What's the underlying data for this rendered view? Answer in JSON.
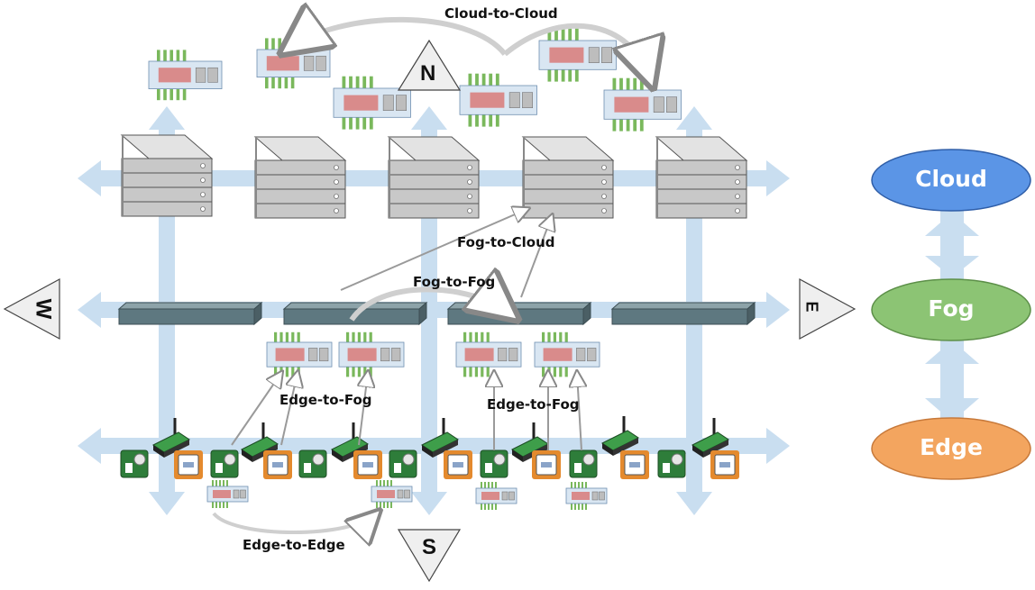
{
  "compass": {
    "north": "N",
    "south": "S",
    "east": "E",
    "west": "W"
  },
  "flows": {
    "cloud_to_cloud": "Cloud-to-Cloud",
    "fog_to_cloud": "Fog-to-Cloud",
    "fog_to_fog": "Fog-to-Fog",
    "edge_to_fog_left": "Edge-to-Fog",
    "edge_to_fog_right": "Edge-to-Fog",
    "edge_to_edge": "Edge-to-Edge"
  },
  "tiers": {
    "cloud": "Cloud",
    "fog": "Fog",
    "edge": "Edge"
  },
  "colors": {
    "grid_arrow": "#c9def0",
    "cloud": "#5b95e6",
    "fog": "#8cc474",
    "edge": "#f3a55f",
    "server_body": "#c8c8c8",
    "switch_body": "#5e7880",
    "device_green": "#2e7d3a",
    "chip_orange": "#e48a2e"
  },
  "icons": {
    "server": "rack-server-icon",
    "switch": "network-switch-icon",
    "sensor": "sensor-board-icon",
    "gateway": "wireless-gateway-icon",
    "chip": "microcontroller-chip-icon",
    "module": "software-module-icon"
  }
}
